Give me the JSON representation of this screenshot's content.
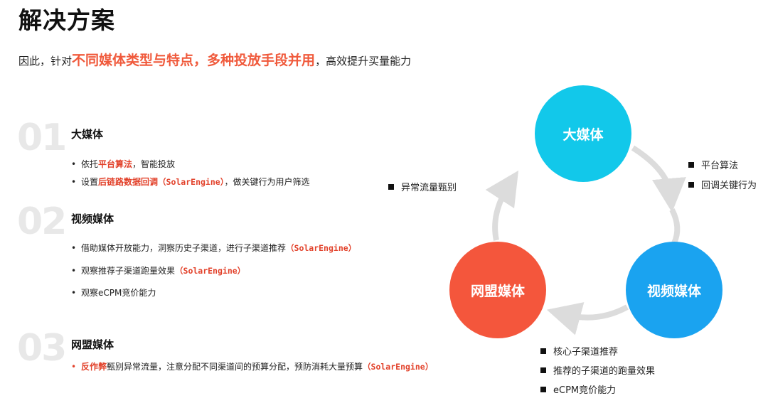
{
  "page_title": "解决方案",
  "subtitle": {
    "prefix": "因此，针对",
    "highlight1": "不同媒体类型与特点",
    "sep": "，",
    "highlight2": "多种投放手段并用",
    "suffix": "，高效提升买量能力"
  },
  "sections": [
    {
      "num": "01",
      "title": "大媒体",
      "bullets": [
        {
          "pre": "依托",
          "red": "平台算法",
          "post": "，智能投放",
          "mono": "",
          "tail": ""
        },
        {
          "pre": "设置",
          "red": "后链路数据回调",
          "post": "",
          "mono": "（SolarEngine）",
          "tail": "，做关键行为用户筛选"
        }
      ]
    },
    {
      "num": "02",
      "title": "视频媒体",
      "bullets": [
        {
          "pre": "借助媒体开放能力，洞察历史子渠道，进行子渠道推荐",
          "mono": "（SolarEngine）"
        },
        {
          "pre": "观察推荐子渠道跑量效果",
          "mono": "（SolarEngine）"
        },
        {
          "pre": "观察eCPM竞价能力",
          "mono": ""
        }
      ]
    },
    {
      "num": "03",
      "title": "网盟媒体",
      "bullets": [
        {
          "red": "反作弊",
          "pre": "甄别异常流量，注意分配不同渠道间的预算分配，预防消耗大量预算",
          "mono": "（SolarEngine）"
        }
      ]
    }
  ],
  "diagram": {
    "circles": [
      {
        "label": "大媒体",
        "color": "#12c8ea"
      },
      {
        "label": "视频媒体",
        "color": "#1aa3f0"
      },
      {
        "label": "网盟媒体",
        "color": "#f4563c"
      }
    ],
    "notes_top_right": [
      "平台算法",
      "回调关键行为"
    ],
    "notes_left": [
      "异常流量甄别"
    ],
    "notes_bottom": [
      "核心子渠道推荐",
      "推荐的子渠道的跑量效果",
      "eCPM竞价能力"
    ]
  }
}
